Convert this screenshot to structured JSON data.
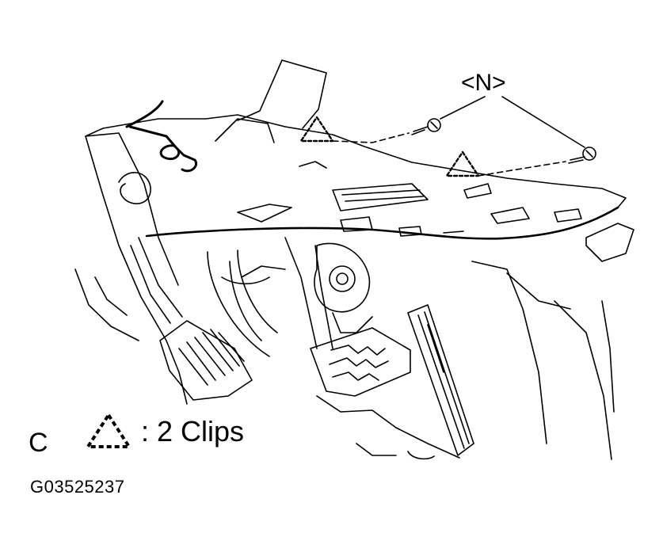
{
  "figure_id": "G03525237",
  "view_label": "C",
  "screw_tag": "<N>",
  "legend": {
    "count_text": ": 2 Clips"
  },
  "colors": {
    "ink": "#000000",
    "background": "#ffffff"
  }
}
